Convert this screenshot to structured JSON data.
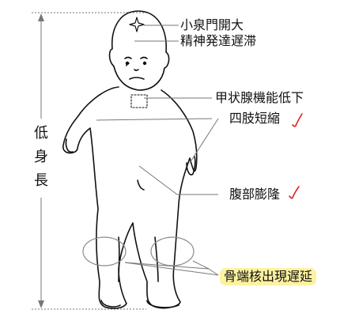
{
  "height_label": [
    "低",
    "身",
    "長"
  ],
  "labels": {
    "fontanelle": "小泉門開大",
    "retardation": "精神発達遅滞",
    "hypothyroid": "甲状腺機能低下",
    "limbs": "四肢短縮",
    "abdomen": "腹部膨隆",
    "bone": "骨端核出現遅延"
  },
  "colors": {
    "check": "#e02020",
    "highlight": "#fdf2a0",
    "leader": "#707070",
    "outline": "#111111"
  }
}
